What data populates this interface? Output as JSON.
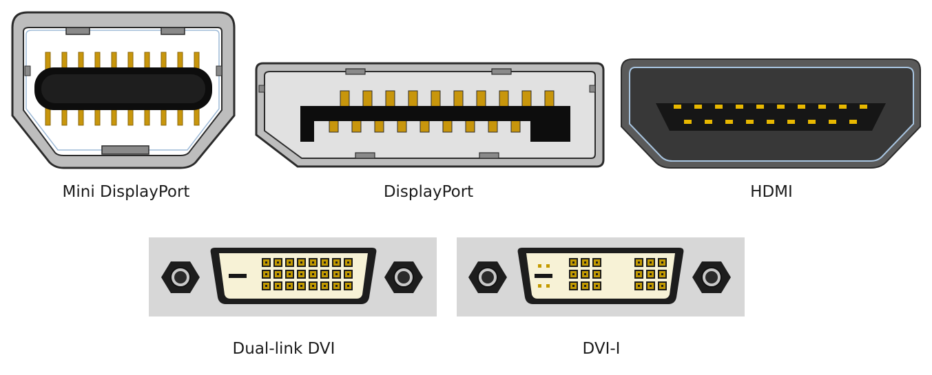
{
  "connectors": {
    "mini_displayport": {
      "label": "Mini DisplayPort"
    },
    "displayport": {
      "label": "DisplayPort"
    },
    "hdmi": {
      "label": "HDMI"
    },
    "dual_link_dvi": {
      "label": "Dual-link DVI"
    },
    "dvi_i": {
      "label": "DVI-I"
    }
  },
  "colors": {
    "outline": "#2b2b2b",
    "shell_gray": "#bdbdbd",
    "inner_light": "#efefef",
    "pin_gold": "#c8960c",
    "pin_gold_dark": "#8a6508",
    "hdmi_shell": "#5a5a5a",
    "hdmi_face": "#3a3a3a",
    "hdmi_edge": "#a9c6e2",
    "dvi_panel": "#d7d7d7",
    "dvi_face": "#f7f2d6",
    "dvi_pin": "#c39a00",
    "black": "#0d0d0d"
  }
}
